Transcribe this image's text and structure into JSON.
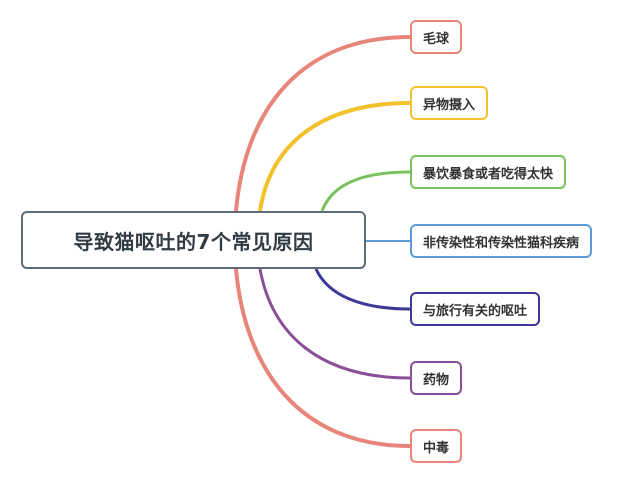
{
  "diagram": {
    "root": {
      "label": "导致猫呕吐的7个常见原因"
    },
    "branches": [
      {
        "label": "毛球",
        "color": "#e8857a"
      },
      {
        "label": "异物摄入",
        "color": "#f2c22c"
      },
      {
        "label": "暴饮暴食或者吃得太快",
        "color": "#78c15e"
      },
      {
        "label": "非传染性和传染性猫科疾病",
        "color": "#5b9bd5"
      },
      {
        "label": "与旅行有关的呕吐",
        "color": "#3e3896"
      },
      {
        "label": "药物",
        "color": "#8a4f96"
      },
      {
        "label": "中毒",
        "color": "#e8857a"
      }
    ]
  }
}
